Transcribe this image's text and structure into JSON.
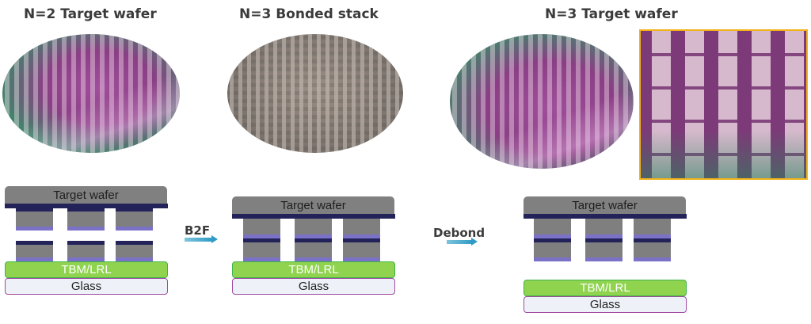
{
  "panels": [
    {
      "title": "N=2 Target wafer"
    },
    {
      "title": "N=3 Bonded stack"
    },
    {
      "title": "N=3 Target wafer"
    }
  ],
  "steps": {
    "b2f": "B2F",
    "debond": "Debond"
  },
  "layers": {
    "target_wafer": "Target wafer",
    "tbm_lrl": "TBM/LRL",
    "glass": "Glass"
  },
  "colors": {
    "title_text": "#3b3b3b",
    "target_wafer": "#808080",
    "bond_layer": "#23235a",
    "die": "#7f7f7f",
    "pad": "#7b72c8",
    "tbm_fill": "#8fd34f",
    "tbm_border": "#3fb44a",
    "glass_fill": "#eef2f8",
    "glass_border": "#a04aa0",
    "arrow": "#2f9cc6",
    "inset_border": "#f2b21a"
  }
}
